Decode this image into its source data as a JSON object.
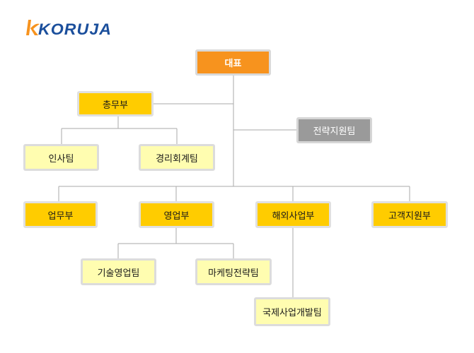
{
  "logo": {
    "text": "KORUJA"
  },
  "chart": {
    "ceo": "대표",
    "general_affairs": "총무부",
    "strategy_support_team": "전략지원팀",
    "hr_team": "인사팀",
    "accounting_team": "경리회계팀",
    "business_dept": "업무부",
    "sales_dept": "영업부",
    "overseas_dept": "해외사업부",
    "customer_support_dept": "고객지원부",
    "tech_sales_team": "기술영업팀",
    "marketing_strategy_team": "마케팅전략팀",
    "intl_business_dev_team": "국제사업개발팀"
  },
  "colors": {
    "ceo": "#f7931e",
    "department": "#ffcc00",
    "team": "#fffdb0",
    "staff": "#9a9a9a",
    "connector": "#aaaaaa",
    "logo_orange": "#f7931e",
    "logo_blue": "#1b4f9c"
  }
}
